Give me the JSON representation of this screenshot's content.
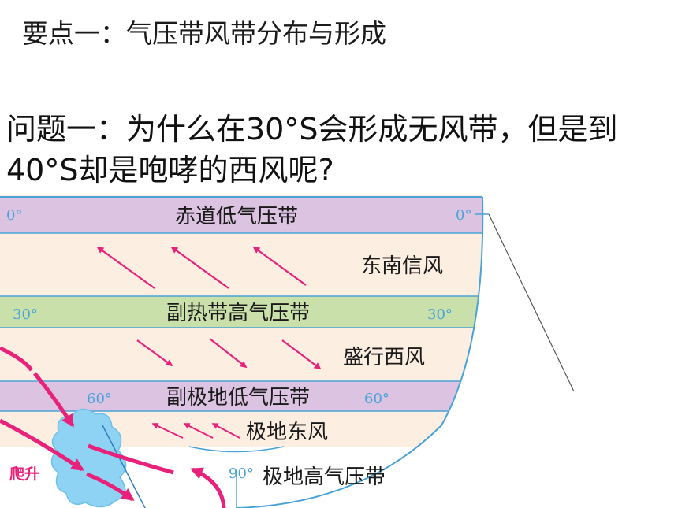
{
  "heading": "要点一：气压带风带分布与形成",
  "question": "问题一：为什么在30°S会形成无风带，但是到40°S却是咆哮的西风呢?",
  "diagram": {
    "bands": {
      "equatorial_low": "赤道低气压带",
      "subtropical_high": "副热带高气压带",
      "subpolar_low": "副极地低气压带",
      "polar_high": "极地高气压带"
    },
    "winds": {
      "se_trade": "东南信风",
      "westerlies": "盛行西风",
      "polar_easterlies": "极地东风"
    },
    "latitudes": {
      "lat0": "0°",
      "lat30": "30°",
      "lat60": "60°",
      "lat90": "90°"
    },
    "side_label": "爬升",
    "colors": {
      "low_band": "#dcc3e2",
      "high_band": "#c9e0aa",
      "wind_zone": "#fdeee2",
      "arrow": "#e8217a",
      "outline": "#4aa3d8",
      "cloud": "#8fd3f4"
    }
  }
}
